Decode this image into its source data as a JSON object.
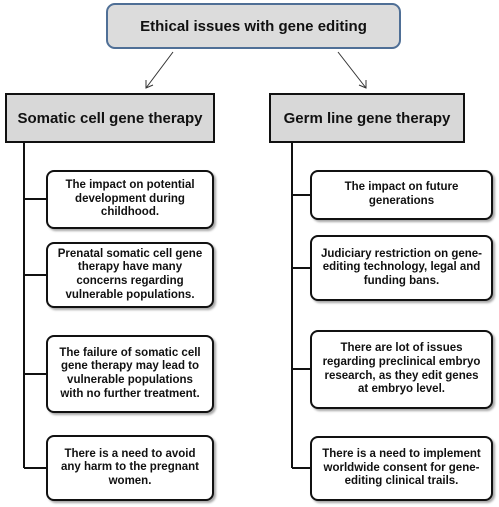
{
  "title": "Ethical issues with gene editing",
  "branches": [
    {
      "header": "Somatic cell gene therapy",
      "items": [
        "The impact on potential development during childhood.",
        "Prenatal somatic cell gene therapy have many concerns regarding vulnerable populations.",
        "The failure of somatic cell gene therapy  may lead to vulnerable populations with no further treatment.",
        "There is a need to avoid any harm to the pregnant women."
      ]
    },
    {
      "header": "Germ line gene therapy",
      "items": [
        "The impact on future generations",
        "Judiciary restriction on gene-editing technology, legal and funding bans.",
        "There are lot of issues regarding preclinical embryo research, as they edit genes at embryo level.",
        "There is a need to implement worldwide consent for gene-editing clinical trails."
      ]
    }
  ]
}
